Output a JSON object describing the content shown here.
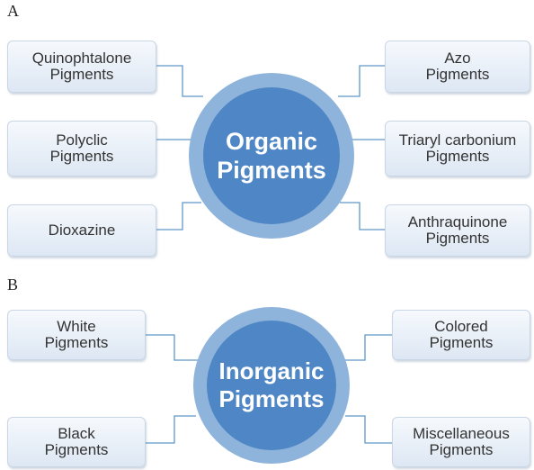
{
  "panels": [
    {
      "label": "A",
      "hub": "Organic\nPigments",
      "nodes": [
        "Quinophtalone\nPigments",
        "Polyclic\nPigments",
        "Dioxazine",
        "Azo\nPigments",
        "Triaryl carbonium\nPigments",
        "Anthraquinone\nPigments"
      ]
    },
    {
      "label": "B",
      "hub": "Inorganic\nPigments",
      "nodes": [
        "White\nPigments",
        "Black\nPigments",
        "Colored\nPigments",
        "Miscellaneous\nPigments"
      ]
    }
  ],
  "colors": {
    "hub_outer": "#8eb4dc",
    "hub_inner": "#4f86c5",
    "connector": "#5f98c8"
  }
}
